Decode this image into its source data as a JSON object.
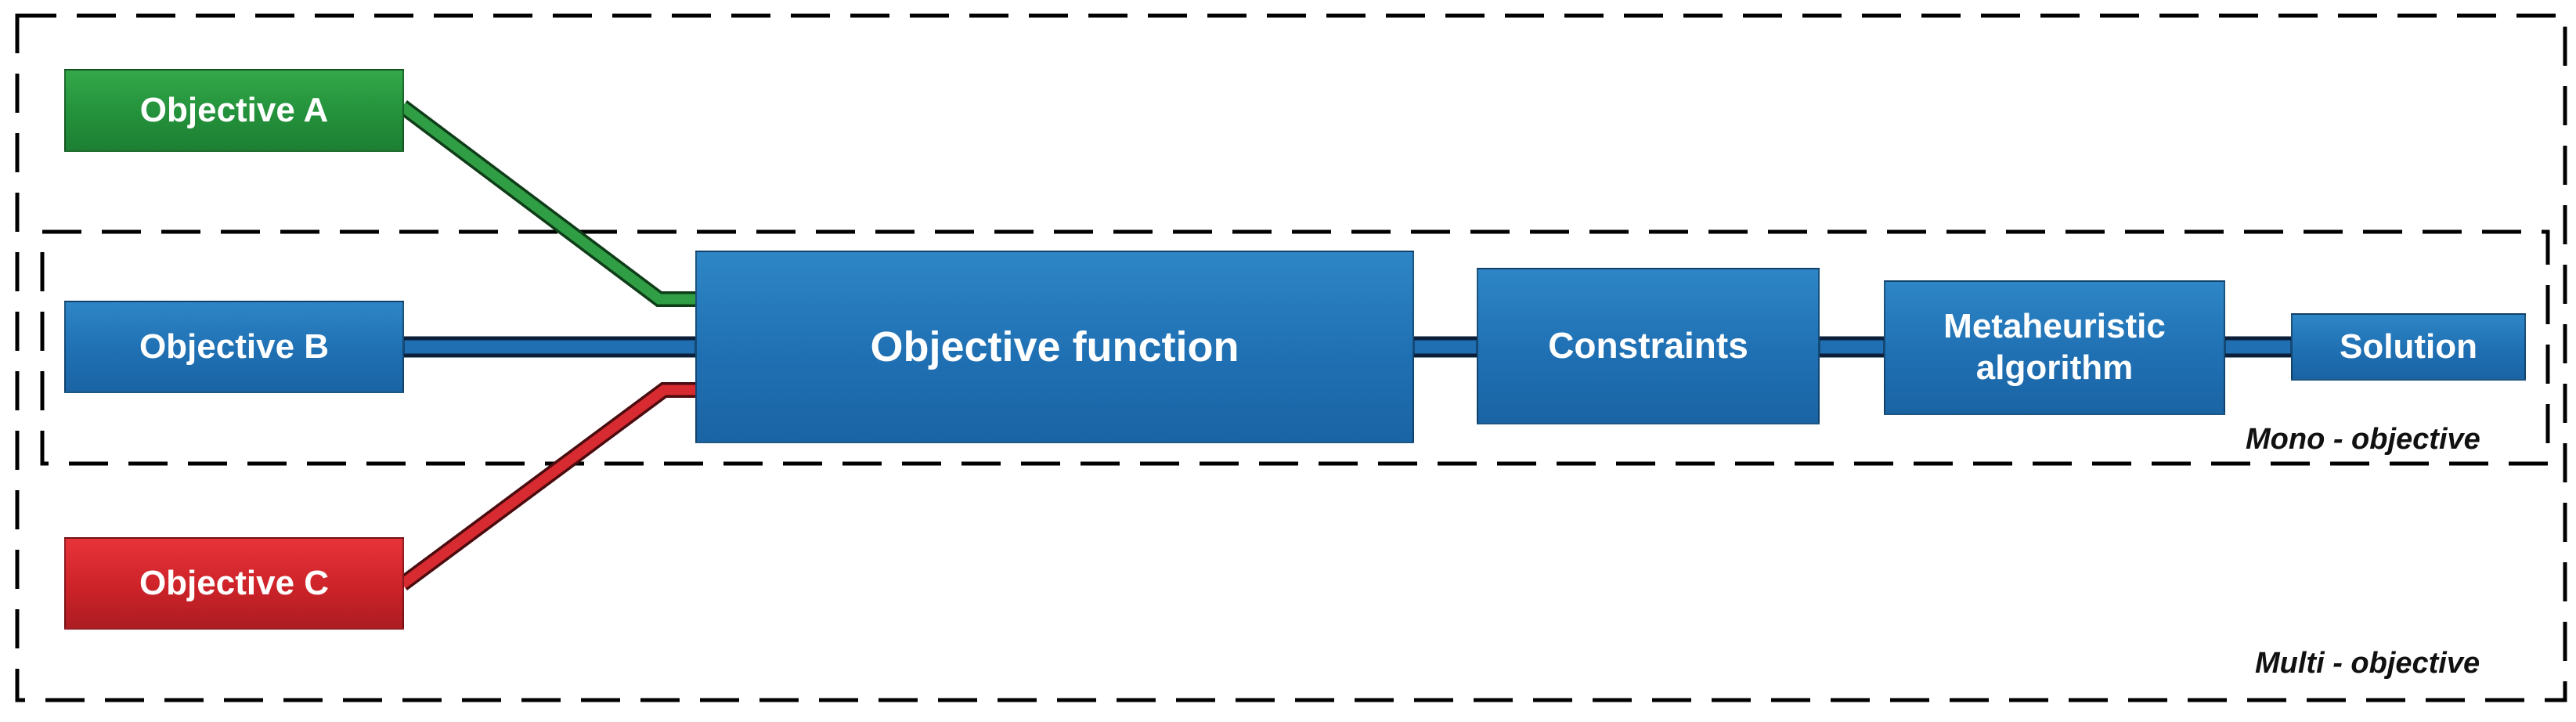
{
  "diagram": {
    "objectives": {
      "a": "Objective A",
      "b": "Objective B",
      "c": "Objective C"
    },
    "objective_function": "Objective function",
    "constraints": "Constraints",
    "metaheuristic": [
      "Metaheuristic",
      "algorithm"
    ],
    "solution": "Solution",
    "regions": {
      "mono": "Mono - objective",
      "multi": "Multi - objective"
    }
  },
  "colors": {
    "blue": "#1f70b3",
    "green": "#23913b",
    "red": "#cc2329",
    "connector_outline": "#0b1f3a"
  }
}
